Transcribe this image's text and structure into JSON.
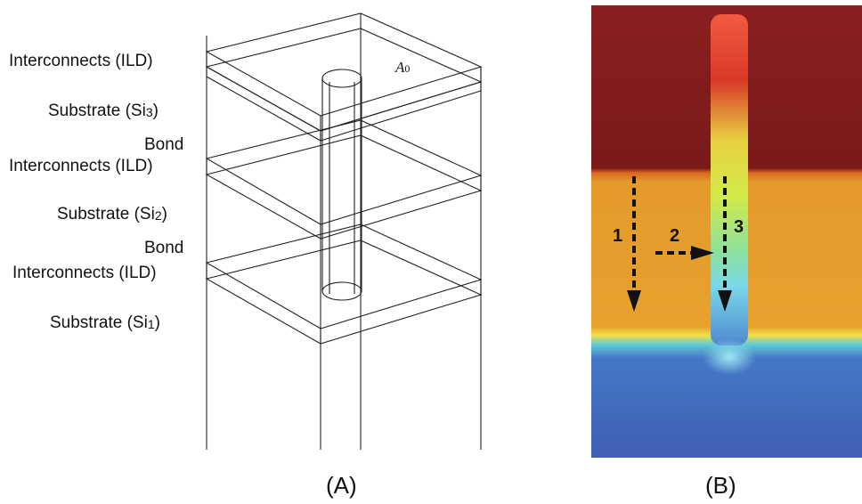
{
  "panel_a": {
    "labels": {
      "ild_top": "Interconnects (ILD)",
      "si3_main": "Substrate (Si",
      "si3_sub": "3",
      "si3_end": ")",
      "bond_1": "Bond",
      "ild_mid": "Interconnects (ILD)",
      "si2_main": "Substrate (Si",
      "si2_sub": "2",
      "si2_end": ")",
      "bond_2": "Bond",
      "ild_low": "Interconnects (ILD)",
      "si1_main": "Substrate (Si",
      "si1_sub": "1",
      "si1_end": ")"
    },
    "area_label_main": "A",
    "area_label_sub": "0",
    "caption": "(A)"
  },
  "panel_b": {
    "arrows": [
      "1",
      "2",
      "3"
    ],
    "caption": "(B)",
    "colors": {
      "hot": "#7c1a1a",
      "warm": "#e8a02a",
      "cool": "#3d5fb5",
      "via": "#e03a20"
    }
  }
}
